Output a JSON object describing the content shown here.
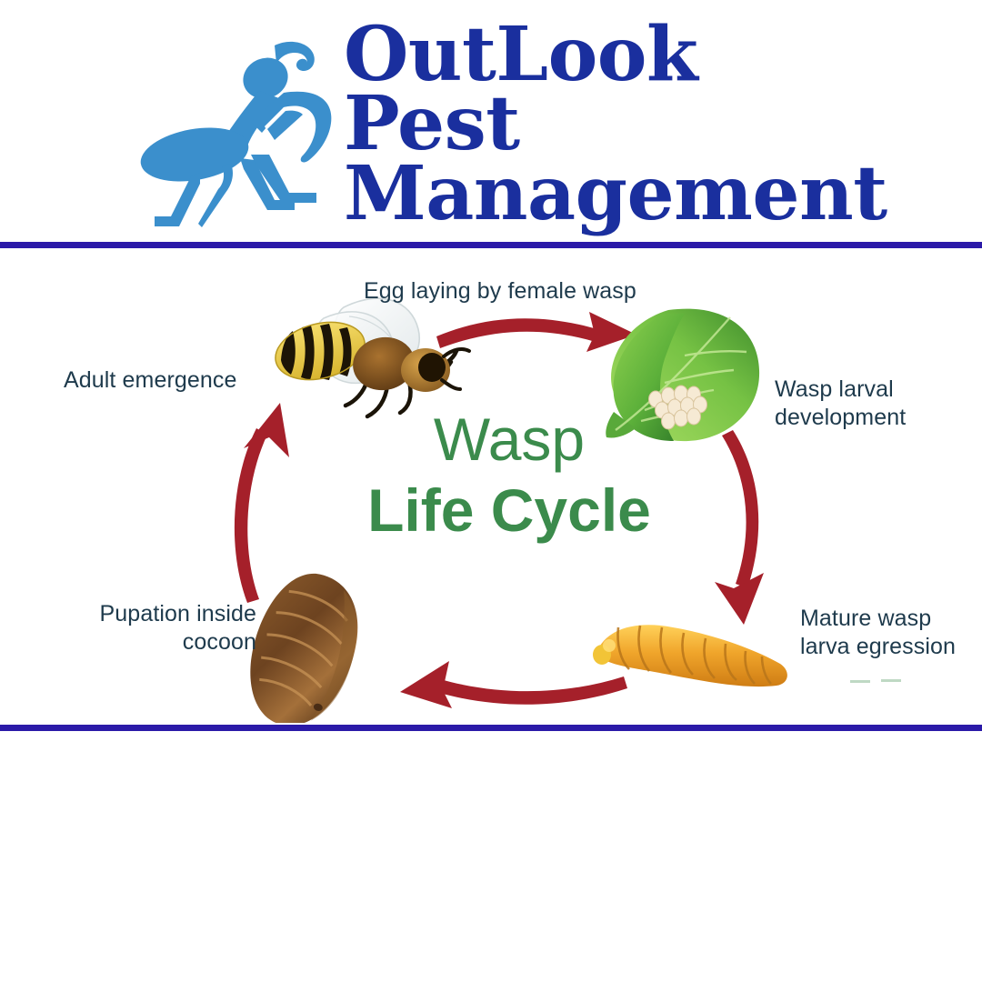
{
  "brand": {
    "icon": "praying-mantis-icon",
    "icon_color": "#3b8fcc",
    "text_color": "#1a2f9e",
    "line_1": "OutLook",
    "line_2": "Pest",
    "line_3": "Management"
  },
  "dividers": {
    "color": "#2b1aa8"
  },
  "diagram": {
    "title_line_1": "Wasp",
    "title_line_2": "Life Cycle",
    "title_color": "#3b8b4c",
    "label_color": "#1e3a4c",
    "arrow_color": "#a5202a",
    "stages": [
      {
        "id": "egg-laying",
        "label": "Egg laying by female wasp",
        "icon": "wasp-eggs-on-leaf-icon"
      },
      {
        "id": "larval-development",
        "label": "Wasp larval\ndevelopment",
        "label_line_1": "Wasp larval",
        "label_line_2": "development",
        "icon": "green-leaf-icon"
      },
      {
        "id": "larva-egression",
        "label": "Mature wasp\nlarva egression",
        "label_line_1": "Mature wasp",
        "label_line_2": "larva egression",
        "icon": "wasp-larva-icon"
      },
      {
        "id": "pupation",
        "label": "Pupation inside\ncocoon",
        "label_line_1": "Pupation inside",
        "label_line_2": "cocoon",
        "icon": "cocoon-pupa-icon"
      },
      {
        "id": "adult-emergence",
        "label": "Adult emergence",
        "icon": "adult-wasp-icon"
      }
    ],
    "arrows": [
      {
        "id": "arrow-top",
        "from": "adult-emergence",
        "to": "egg-laying",
        "direction": "right"
      },
      {
        "id": "arrow-right",
        "from": "egg-laying",
        "to": "larva-egression",
        "direction": "down"
      },
      {
        "id": "arrow-bottom",
        "from": "larva-egression",
        "to": "pupation",
        "direction": "left"
      },
      {
        "id": "arrow-left",
        "from": "pupation",
        "to": "adult-emergence",
        "direction": "up"
      }
    ]
  }
}
